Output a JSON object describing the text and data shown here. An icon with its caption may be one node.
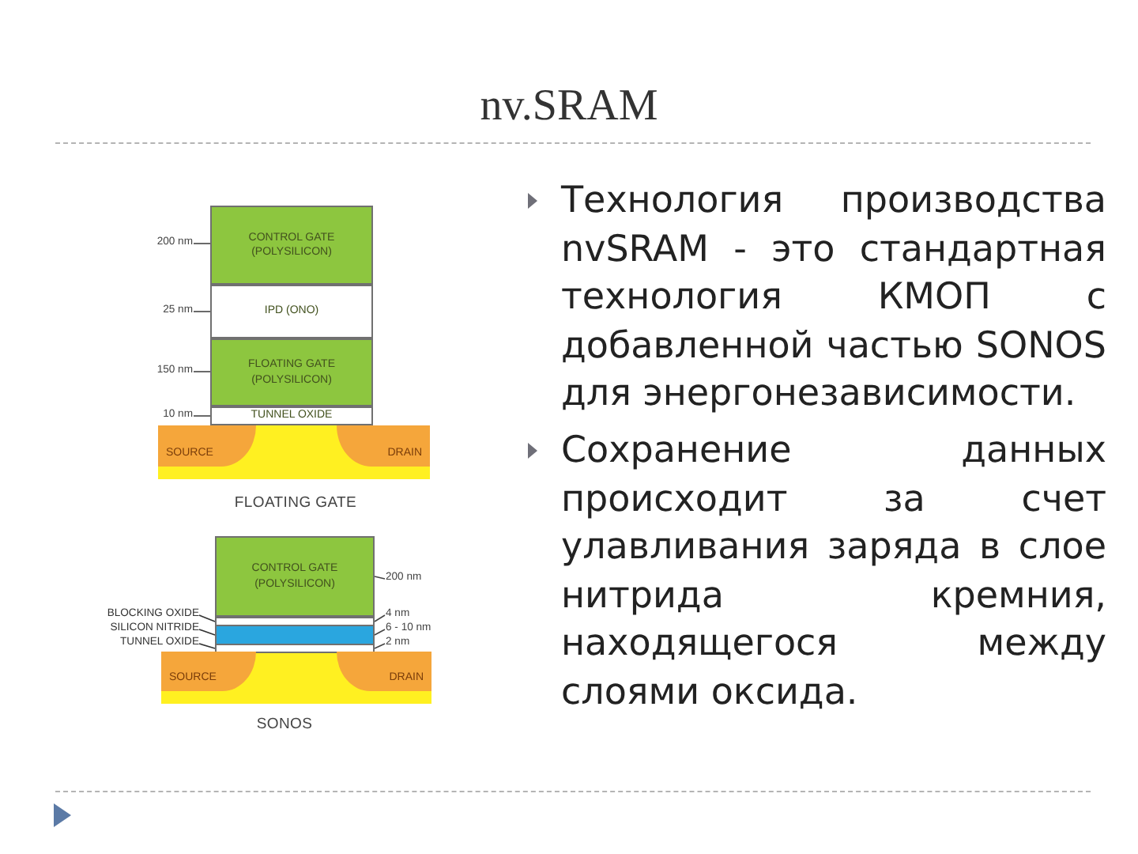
{
  "diagram": {
    "title": "nv.SRAM",
    "nodes": [
      {
        "text": [
          "CONTROL GATE (POLYSILICON)"
        ]
      },
      {
        "text": [
          "IPD (ONO)"
        ]
      },
      {
        "text": [
          "FLOATING GATE (POLYSILICON)"
        ]
      },
      {
        "text": [
          "TUNNEL OXIDE"
        ]
      },
      {
        "text": [
          "SOURCE"
        ]
      },
      {
        "text": [
          "DRAIN"
        ]
      },
      {
        "text": [
          "CONTROL GATE (POLYSILICON)"
        ]
      },
      {
        "text": [
          "BLOCKING OXIDE"
        ]
      },
      {
        "text": [],
        "shape": "box"
      },
      {
        "text": [
          "SILICON NITRIDE"
        ]
      },
      {
        "text": [],
        "shape": "box"
      },
      {
        "text": [
          "TUNNEL OXIDE"
        ]
      },
      {
        "text": [],
        "shape": "box"
      },
      {
        "text": [
          "SOURCE"
        ]
      },
      {
        "text": [
          "DRAIN"
        ]
      }
    ],
    "edges": [
      {
        "from": 7,
        "to": 8,
        "arrow": "none"
      },
      {
        "from": 9,
        "to": 10,
        "arrow": "none"
      },
      {
        "from": 11,
        "to": 12,
        "arrow": "none"
      }
    ],
    "labels": [
      "200 nm",
      "25 nm",
      "150 nm",
      "10 nm",
      "FLOATING GATE",
      "200 nm",
      "4 nm",
      "6 - 10 nm",
      "2 nm",
      "SONOS",
      "Технология производства nvSRAM - это стандартная технология КМОП с добавленной частью SONOS для энергонезависимости.",
      "Сохранение данных происходит за счет улавливания заряда в слое нитрида кремния, находящегося между слоями оксида."
    ]
  }
}
